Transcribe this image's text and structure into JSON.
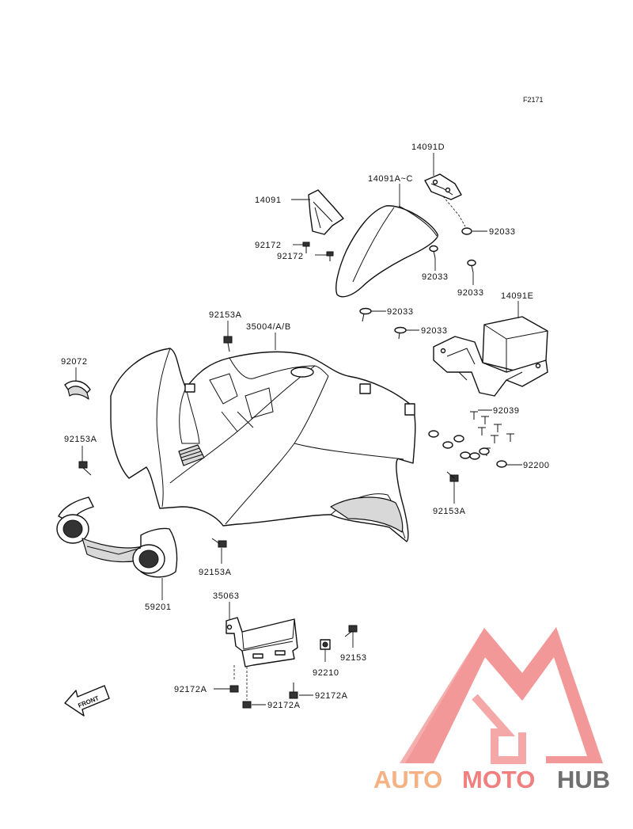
{
  "figure_code": "F2171",
  "callouts": {
    "c14091D": "14091D",
    "c14091AC": "14091A~C",
    "c14091": "14091",
    "c92172a": "92172",
    "c92172b": "92172",
    "c92033a": "92033",
    "c92033b": "92033",
    "c92033c": "92033",
    "c92033d": "92033",
    "c92033e": "92033",
    "c14091E": "14091E",
    "c92153Aa": "92153A",
    "c35004": "35004/A/B",
    "c92072": "92072",
    "c92153Ab": "92153A",
    "c92039": "92039",
    "c92200": "92200",
    "c92153Ac": "92153A",
    "c92153Ad": "92153A",
    "c59201": "59201",
    "c35063": "35063",
    "c92153": "92153",
    "c92210": "92210",
    "c92172Aa": "92172A",
    "c92172Ab": "92172A",
    "c92172Ac": "92172A"
  },
  "front_arrow_label": "FRONT",
  "watermark": {
    "part1": "AUTO",
    "part2": "MOTO",
    "part3": "HUB",
    "color1": "#f4b183",
    "color2": "#f08080",
    "color3": "#707070",
    "logo_color": "#f08080"
  }
}
